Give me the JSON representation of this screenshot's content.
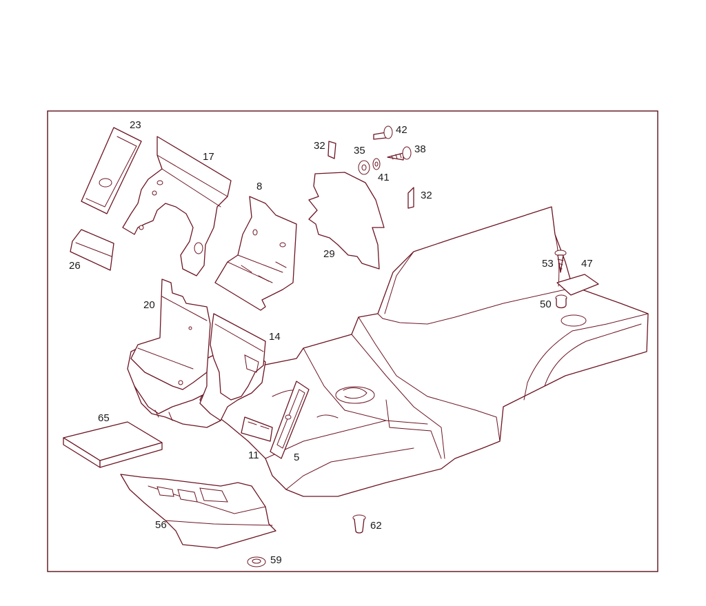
{
  "diagram": {
    "callouts": [
      {
        "id": "c23",
        "label": "23"
      },
      {
        "id": "c17",
        "label": "17"
      },
      {
        "id": "c8",
        "label": "8"
      },
      {
        "id": "c26",
        "label": "26"
      },
      {
        "id": "c20",
        "label": "20"
      },
      {
        "id": "c14",
        "label": "14"
      },
      {
        "id": "c32a",
        "label": "32"
      },
      {
        "id": "c35",
        "label": "35"
      },
      {
        "id": "c42",
        "label": "42"
      },
      {
        "id": "c38",
        "label": "38"
      },
      {
        "id": "c41",
        "label": "41"
      },
      {
        "id": "c32b",
        "label": "32"
      },
      {
        "id": "c29",
        "label": "29"
      },
      {
        "id": "c53",
        "label": "53"
      },
      {
        "id": "c47",
        "label": "47"
      },
      {
        "id": "c50",
        "label": "50"
      },
      {
        "id": "c65",
        "label": "65"
      },
      {
        "id": "c11",
        "label": "11"
      },
      {
        "id": "c5",
        "label": "5"
      },
      {
        "id": "c56",
        "label": "56"
      },
      {
        "id": "c62",
        "label": "62"
      },
      {
        "id": "c59",
        "label": "59"
      }
    ]
  }
}
